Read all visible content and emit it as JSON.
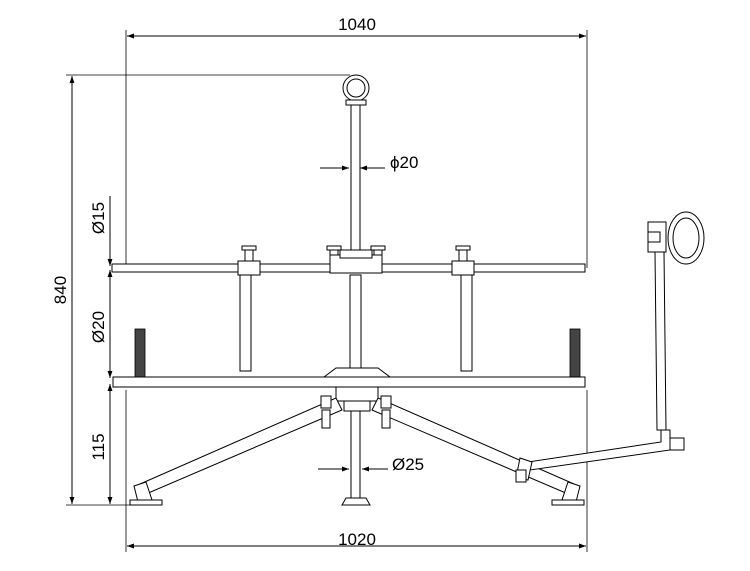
{
  "dimensions": {
    "top_width": "1040",
    "bottom_width": "1020",
    "total_height": "840",
    "upper_height": "Ø15",
    "middle_height": "Ø20",
    "lower_height": "115",
    "rod_diameter": "ϕ20",
    "foot_diameter": "Ø25"
  }
}
